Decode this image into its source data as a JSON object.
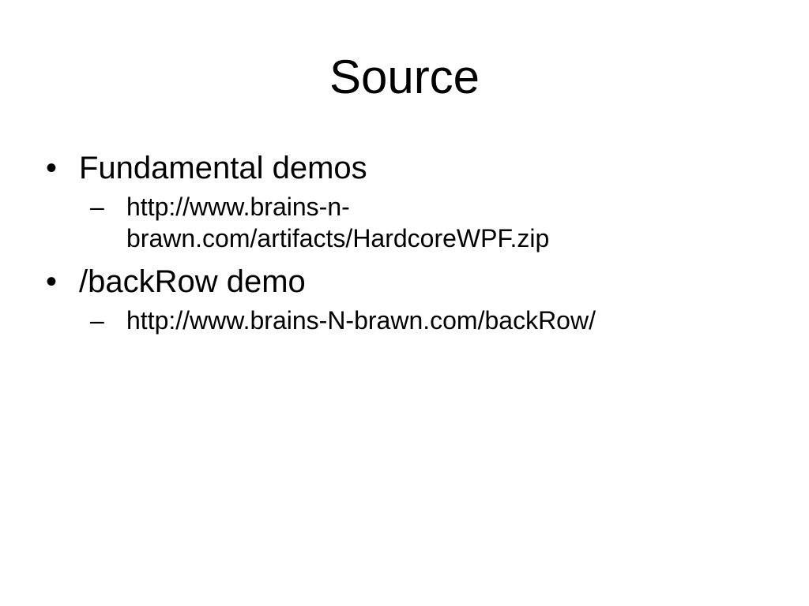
{
  "slide": {
    "title": "Source",
    "bullet_symbol": "•",
    "sub_bullet_symbol": "–",
    "items": [
      {
        "text": "Fundamental demos",
        "sub_items": [
          {
            "text": "http://www.brains-n-brawn.com/artifacts/HardcoreWPF.zip"
          }
        ]
      },
      {
        "text": "/backRow demo",
        "sub_items": [
          {
            "text": "http://www.brains-N-brawn.com/backRow/"
          }
        ]
      }
    ]
  }
}
